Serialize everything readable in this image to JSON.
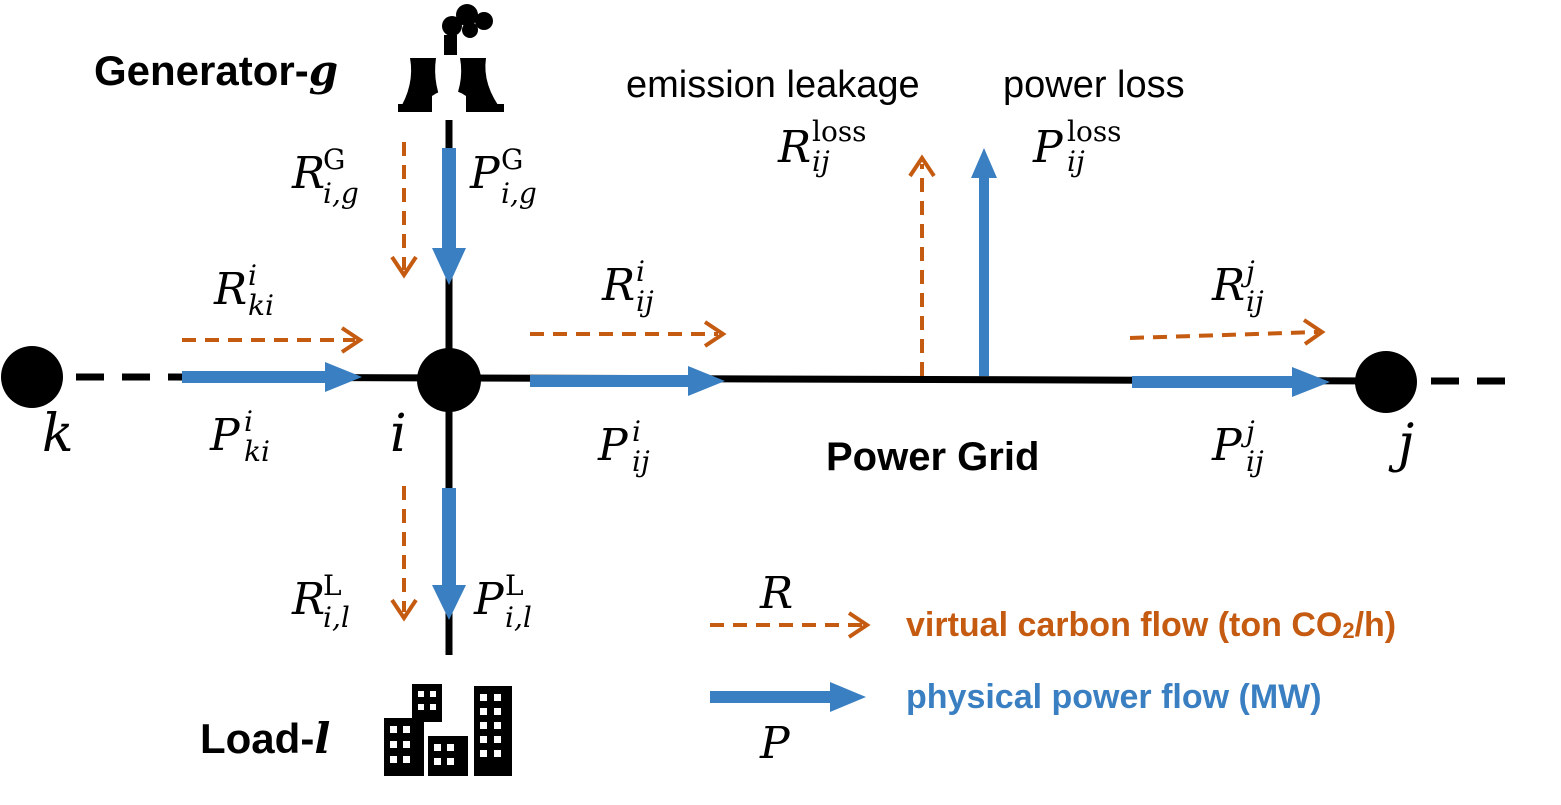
{
  "colors": {
    "carbon": "#c55a11",
    "power": "#3a7fc1",
    "line": "#000000"
  },
  "nodes": {
    "k": "k",
    "i": "i",
    "j": "j"
  },
  "entities": {
    "generator_prefix": "Generator-",
    "generator_var": "g",
    "load_prefix": "Load-",
    "load_var": "l",
    "grid": "Power Grid"
  },
  "loss_labels": {
    "emission": "emission leakage",
    "power": "power loss"
  },
  "flows": {
    "R_gen": {
      "base": "R",
      "sup": "G",
      "sub": "i,g"
    },
    "P_gen": {
      "base": "P",
      "sup": "G",
      "sub": "i,g"
    },
    "R_ki": {
      "base": "R",
      "sup": "i",
      "sub": "ki"
    },
    "P_ki": {
      "base": "P",
      "sup": "i",
      "sub": "ki"
    },
    "R_ij_i": {
      "base": "R",
      "sup": "i",
      "sub": "ij"
    },
    "P_ij_i": {
      "base": "P",
      "sup": "i",
      "sub": "ij"
    },
    "R_loss": {
      "base": "R",
      "sup": "loss",
      "sub": "ij"
    },
    "P_loss": {
      "base": "P",
      "sup": "loss",
      "sub": "ij"
    },
    "R_ij_j": {
      "base": "R",
      "sup": "j",
      "sub": "ij"
    },
    "P_ij_j": {
      "base": "P",
      "sup": "j",
      "sub": "ij"
    },
    "R_load": {
      "base": "R",
      "sup": "L",
      "sub": "i,l"
    },
    "P_load": {
      "base": "P",
      "sup": "L",
      "sub": "i,l"
    }
  },
  "legend": {
    "carbon_symbol": "R",
    "carbon_label": "virtual carbon flow (ton CO",
    "carbon_label_sub": "2",
    "carbon_label_end": "/h)",
    "power_symbol": "P",
    "power_label": "physical power flow (MW)"
  },
  "icons": {
    "generator": "power-plant-icon",
    "load": "city-buildings-icon"
  }
}
